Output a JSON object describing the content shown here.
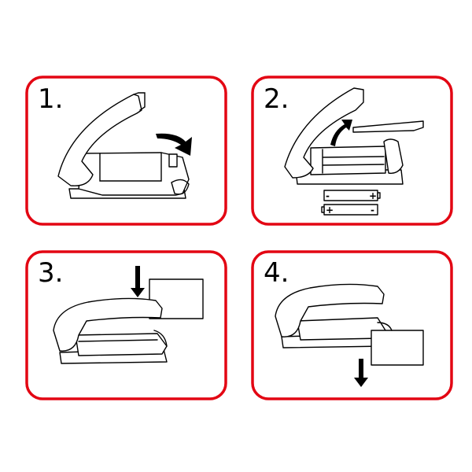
{
  "frame_color": "#e30613",
  "steps": [
    {
      "number": "1.",
      "arrow": "curved-arrow-down-right"
    },
    {
      "number": "2.",
      "arrow": "curved-arrow-up-right",
      "batteries": [
        {
          "left": "-",
          "right": "+"
        },
        {
          "left": "+",
          "right": "-"
        }
      ]
    },
    {
      "number": "3.",
      "arrow": "arrow-down"
    },
    {
      "number": "4.",
      "arrow": "arrow-down"
    }
  ]
}
